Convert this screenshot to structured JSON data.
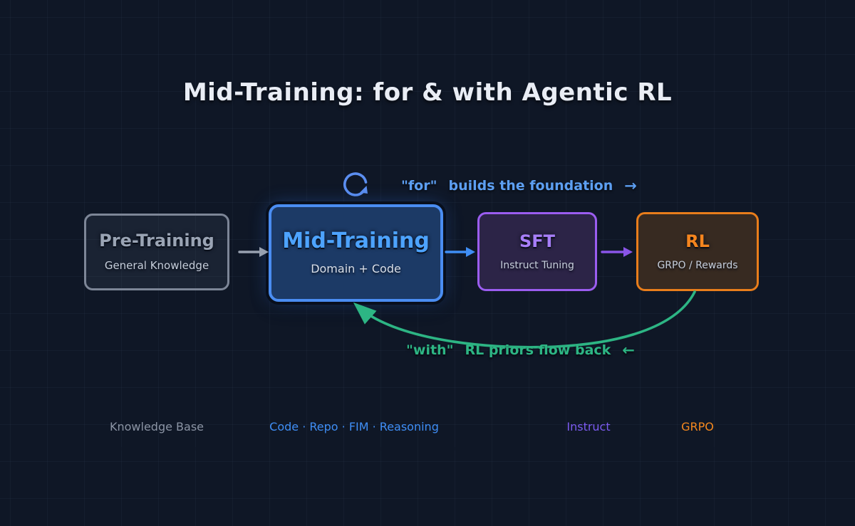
{
  "title": "Mid-Training: for & with Agentic RL",
  "flow": {
    "boxes": [
      {
        "id": "pre-training",
        "title": "Pre-Training",
        "subtitle": "General Knowledge",
        "accent": "#9aa4b4"
      },
      {
        "id": "mid-training",
        "title": "Mid-Training",
        "subtitle": "Domain + Code",
        "accent": "#4da3ff"
      },
      {
        "id": "sft",
        "title": "SFT",
        "subtitle": "Instruct Tuning",
        "accent": "#a77ef7"
      },
      {
        "id": "rl",
        "title": "RL",
        "subtitle": "GRPO / Rewards",
        "accent": "#f5851e"
      }
    ],
    "connectors": [
      {
        "from": "pre-training",
        "to": "mid-training",
        "color": "#98a1b0"
      },
      {
        "from": "mid-training",
        "to": "sft",
        "color": "#3f8ef5"
      },
      {
        "from": "sft",
        "to": "rl",
        "color": "#8a55e8"
      }
    ]
  },
  "annotations": {
    "for_label": {
      "quote": "\"for\"",
      "text": "builds the foundation",
      "arrow": "→",
      "color": "#5d9ff2"
    },
    "with_label": {
      "quote": "\"with\"",
      "text": "RL priors flow back",
      "arrow": "←",
      "color": "#2db584"
    }
  },
  "icons": {
    "loop": "circular-refresh-arrow",
    "feedback_curve": "curved-arrow-right-to-left"
  },
  "timeline": {
    "labels": [
      {
        "text": "Knowledge Base",
        "color": "#8b94a4"
      },
      {
        "text": "Code · Repo · FIM · Reasoning",
        "color": "#3f8ef5"
      },
      {
        "text": "Instruct",
        "color": "#7c5bf0"
      },
      {
        "text": "GRPO",
        "color": "#f5881e"
      }
    ],
    "bar_colors": [
      "#5d6775",
      "#2f7df0",
      "#7c4ff0",
      "#e87a18"
    ]
  },
  "palette": {
    "background": "#0f1726",
    "title_text": "#e9edf5",
    "mid_glow": "#3b82f6"
  }
}
